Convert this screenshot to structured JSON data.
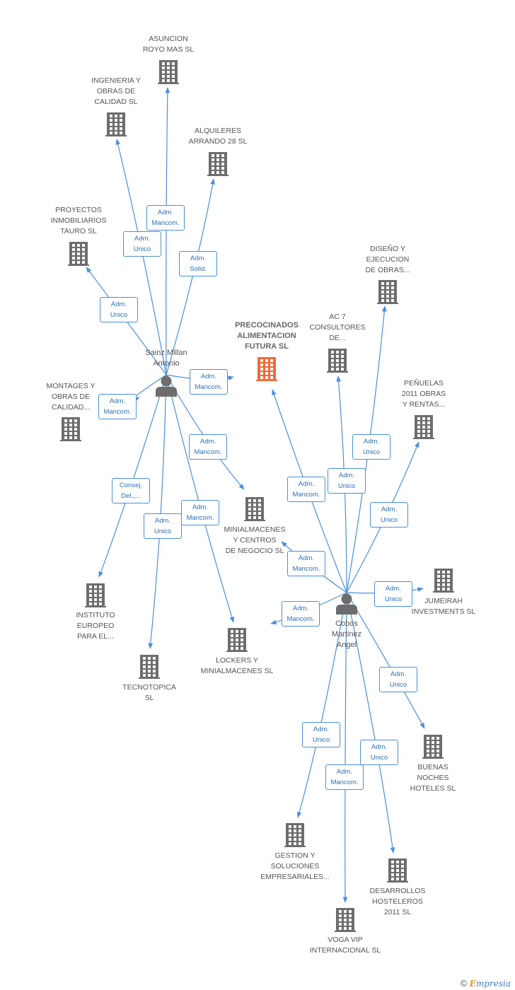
{
  "companies": [
    {
      "id": "asuncion",
      "label": "ASUNCION\nROYO MAS SL",
      "main": false
    },
    {
      "id": "ingenieria",
      "label": "INGENIERIA Y\nOBRAS DE\nCALIDAD SL",
      "main": false
    },
    {
      "id": "alquileres",
      "label": "ALQUILERES\nARRANDO 28 SL",
      "main": false
    },
    {
      "id": "proyectos",
      "label": "PROYECTOS\nINMOBILIARIOS\nTAURO SL",
      "main": false
    },
    {
      "id": "precocinados",
      "label": "PRECOCINADOS\nALIMENTACION\nFUTURA SL",
      "main": true
    },
    {
      "id": "ac7",
      "label": "AC 7\nCONSULTORES\nDE...",
      "main": false
    },
    {
      "id": "diseno",
      "label": "DISEÑO Y\nEJECUCION\nDE OBRAS...",
      "main": false
    },
    {
      "id": "montages",
      "label": "MONTAGES Y\nOBRAS DE\nCALIDAD...",
      "main": false
    },
    {
      "id": "penuelas",
      "label": "PEÑUELAS\n2011 OBRAS\nY RENTAS...",
      "main": false
    },
    {
      "id": "minialmacenes",
      "label": "MINIALMACENES\nY CENTROS\nDE NEGOCIO SL",
      "main": false
    },
    {
      "id": "instituto",
      "label": "INSTITUTO\nEUROPEO\nPARA EL...",
      "main": false
    },
    {
      "id": "jumeirah",
      "label": "JUMEIRAH\nINVESTMENTS SL",
      "main": false
    },
    {
      "id": "lockers",
      "label": "LOCKERS Y\nMINIALMACENES SL",
      "main": false
    },
    {
      "id": "tecnotopica",
      "label": "TECNOTOPICA\nSL",
      "main": false
    },
    {
      "id": "buenas",
      "label": "BUENAS\nNOCHES\nHOTELES SL",
      "main": false
    },
    {
      "id": "gestion",
      "label": "GESTION Y\nSOLUCIONES\nEMPRESARIALES...",
      "main": false
    },
    {
      "id": "desarrollos",
      "label": "DESARROLLOS\nHOSTELEROS\n2011 SL",
      "main": false
    },
    {
      "id": "voga",
      "label": "VOGA VIP\nINTERNACIONAL SL",
      "main": false
    }
  ],
  "persons": [
    {
      "id": "sainz",
      "label": "Sainz Millan\nAntonio"
    },
    {
      "id": "cobos",
      "label": "Cobos\nMartinez\nAngel"
    }
  ],
  "edges": [
    {
      "from": "sainz",
      "to": "asuncion",
      "label": "Adm.\nMancom."
    },
    {
      "from": "sainz",
      "to": "ingenieria",
      "label": "Adm.\nUnico"
    },
    {
      "from": "sainz",
      "to": "alquileres",
      "label": "Adm.\nSolid."
    },
    {
      "from": "sainz",
      "to": "proyectos",
      "label": "Adm.\nUnico"
    },
    {
      "from": "sainz",
      "to": "precocinados",
      "label": "Adm.\nMancom."
    },
    {
      "from": "sainz",
      "to": "montages",
      "label": "Adm.\nMancom."
    },
    {
      "from": "sainz",
      "to": "minialmacenes",
      "label": "Adm.\nMancom."
    },
    {
      "from": "sainz",
      "to": "instituto",
      "label": "Consej.\nDel.,..."
    },
    {
      "from": "sainz",
      "to": "tecnotopica",
      "label": "Adm.\nUnico"
    },
    {
      "from": "sainz",
      "to": "lockers",
      "label": "Adm.\nMancom."
    },
    {
      "from": "cobos",
      "to": "precocinados",
      "label": "Adm.\nMancom."
    },
    {
      "from": "cobos",
      "to": "ac7",
      "label": "Adm.\nUnico"
    },
    {
      "from": "cobos",
      "to": "diseno",
      "label": "Adm.\nUnico"
    },
    {
      "from": "cobos",
      "to": "penuelas",
      "label": "Adm.\nUnico"
    },
    {
      "from": "cobos",
      "to": "minialmacenes",
      "label": "Adm.\nMancom."
    },
    {
      "from": "cobos",
      "to": "jumeirah",
      "label": "Adm.\nUnico"
    },
    {
      "from": "cobos",
      "to": "lockers",
      "label": "Adm.\nMancom."
    },
    {
      "from": "cobos",
      "to": "buenas",
      "label": "Adm.\nUnico"
    },
    {
      "from": "cobos",
      "to": "gestion",
      "label": "Adm.\nUnico"
    },
    {
      "from": "cobos",
      "to": "desarrollos",
      "label": "Adm.\nUnico"
    },
    {
      "from": "cobos",
      "to": "voga",
      "label": "Adm.\nMancom."
    }
  ],
  "colors": {
    "edge": "#4a90d9",
    "building": "#6d6d6d",
    "main_building": "#f26b3a",
    "person": "#6d6d6d"
  },
  "footer": {
    "copyright": "©",
    "brand_initial": "E",
    "brand_rest": "mpresia"
  }
}
